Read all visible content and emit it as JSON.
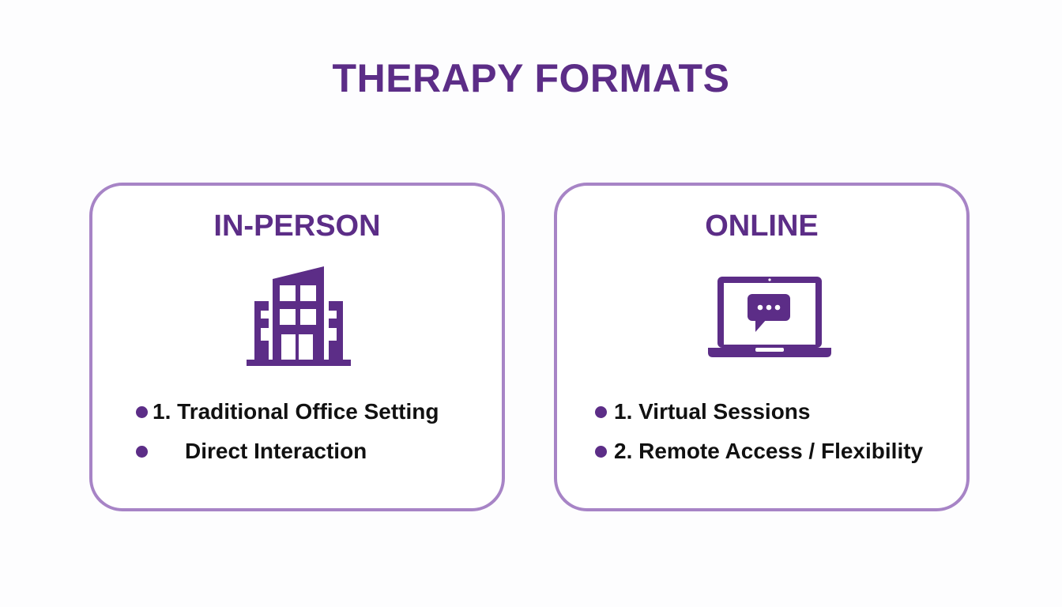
{
  "title": "THERAPY FORMATS",
  "colors": {
    "accent": "#5c2d87",
    "border": "#a784c6",
    "text": "#111111",
    "background": "#fdfdfe"
  },
  "cards": [
    {
      "heading": "IN-PERSON",
      "icon": "office-building-icon",
      "items": [
        {
          "text": "1. Traditional Office Setting"
        },
        {
          "text": "Direct Interaction"
        }
      ]
    },
    {
      "heading": "ONLINE",
      "icon": "laptop-chat-icon",
      "items": [
        {
          "text": "1.  Virtual Sessions"
        },
        {
          "text": "2. Remote Access / Flexibility"
        }
      ]
    }
  ]
}
